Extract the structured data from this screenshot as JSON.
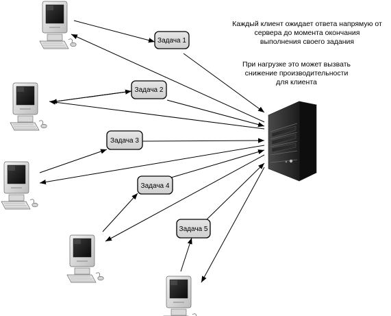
{
  "notes": {
    "wait_line1": "Каждый клиент ожидает ответа напрямую от",
    "wait_line2": "сервера до момента окончания",
    "wait_line3": "выполнения своего задания",
    "load_line1": "При нагрузке это может вызвать",
    "load_line2": "снижение производительности",
    "load_line3": "для клиента"
  },
  "tasks": [
    {
      "label": "Задача 1"
    },
    {
      "label": "Задача 2"
    },
    {
      "label": "Задача 3"
    },
    {
      "label": "Задача 4"
    },
    {
      "label": "Задача 5"
    }
  ],
  "icons": {
    "client": "desktop-computer-icon",
    "server": "server-tower-icon"
  }
}
